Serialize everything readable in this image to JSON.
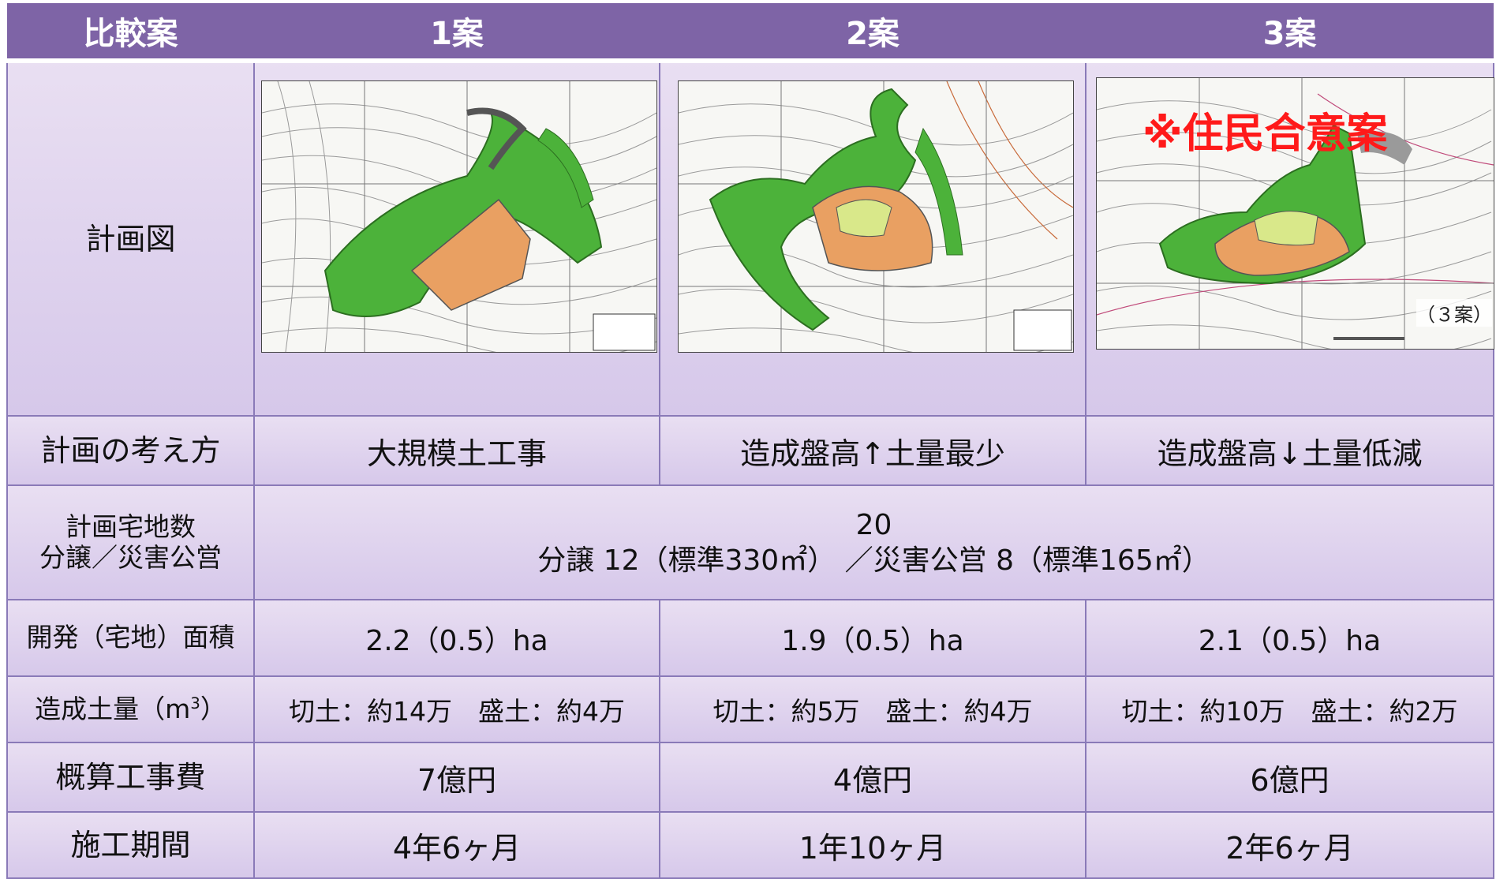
{
  "header": {
    "col0": "比較案",
    "col1": "1案",
    "col2": "2案",
    "col3": "3案"
  },
  "rows": {
    "plan": {
      "label": "計画図"
    },
    "idea": {
      "label": "計画の考え方",
      "v1": "大規模土工事",
      "v2": "造成盤高↑土量最少",
      "v3": "造成盤高↓土量低減"
    },
    "lots": {
      "label_line1": "計画宅地数",
      "label_line2": "分譲／災害公営",
      "line1": "20",
      "line2": "分譲 12（標準330㎡） ／災害公営 8（標準165㎡）"
    },
    "area": {
      "label": "開発（宅地）面積",
      "v1": "2.2（0.5）ha",
      "v2": "1.9（0.5）ha",
      "v3": "2.1（0.5）ha"
    },
    "soil": {
      "label_prefix": "造成土量（m",
      "label_sup": "3",
      "label_suffix": "）",
      "v1": "切土：約14万　盛土：約4万",
      "v2": "切土：約5万　盛土：約4万",
      "v3": "切土：約10万　盛土：約2万"
    },
    "cost": {
      "label": "概算工事費",
      "v1": "7億円",
      "v2": "4億円",
      "v3": "6億円"
    },
    "period": {
      "label": "施工期間",
      "v1": "4年6ヶ月",
      "v2": "1年10ヶ月",
      "v3": "2年6ヶ月"
    }
  },
  "maps": {
    "plan3_note": "※住民合意案",
    "plan3_tag": "（３案）"
  },
  "colors": {
    "header_bg": "#7e64a6",
    "border": "#8a7ab8",
    "cell_bg_top": "#e9dff2",
    "cell_bg_bottom": "#d6c8ea",
    "note_red": "#ff1a1a",
    "map_green": "#3aa62a",
    "map_orange": "#e9a062"
  }
}
